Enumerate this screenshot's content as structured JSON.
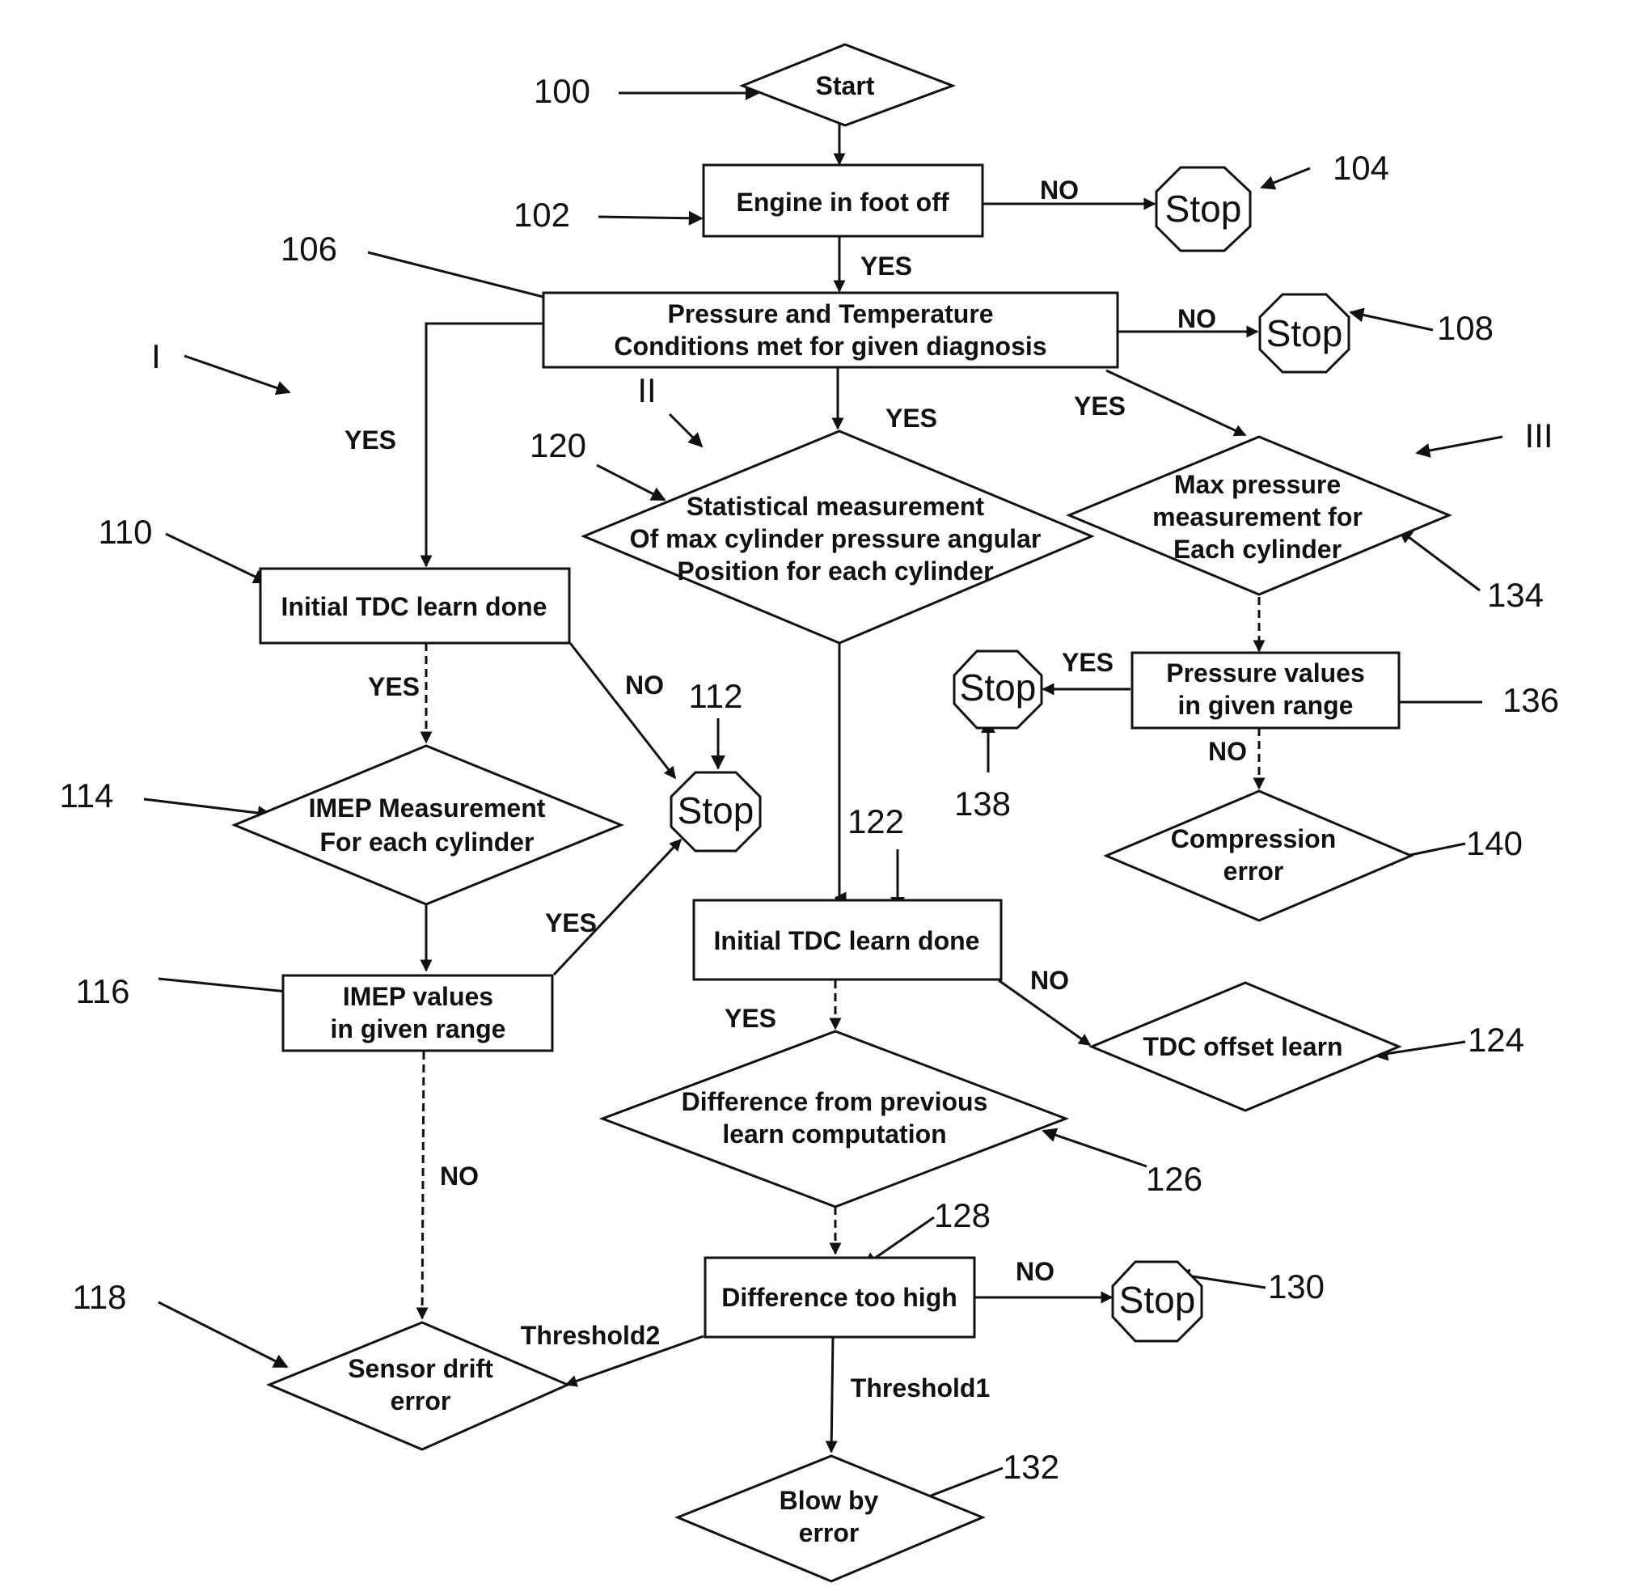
{
  "nodes": {
    "start": "Start",
    "engine_foot_off": "Engine in foot off",
    "pt_conditions": [
      "Pressure and Temperature",
      "Conditions met for given diagnosis"
    ],
    "initial_tdc_1": "Initial TDC learn done",
    "imep_measurement": [
      "IMEP  Measurement",
      "For each cylinder"
    ],
    "imep_values": [
      "IMEP values",
      "in given range"
    ],
    "sensor_drift": [
      "Sensor drift",
      "error"
    ],
    "statistical_measurement": [
      "Statistical measurement",
      "Of max cylinder pressure angular",
      "Position for each cylinder"
    ],
    "initial_tdc_2": "Initial TDC learn done",
    "tdc_offset_learn": "TDC offset learn",
    "difference_previous": [
      "Difference from previous",
      "learn computation"
    ],
    "difference_too_high": "Difference too high",
    "blow_by": [
      "Blow by",
      "error"
    ],
    "max_pressure": [
      "Max pressure",
      "measurement for",
      "Each cylinder"
    ],
    "pressure_values": [
      "Pressure values",
      "in given range"
    ],
    "compression_error": [
      "Compression",
      "error"
    ],
    "stop": "Stop"
  },
  "edge_labels": {
    "no": "NO",
    "yes": "YES",
    "threshold1": "Threshold1",
    "threshold2": "Threshold2"
  },
  "references": [
    "100",
    "102",
    "104",
    "106",
    "108",
    "110",
    "112",
    "114",
    "116",
    "118",
    "120",
    "122",
    "124",
    "126",
    "128",
    "130",
    "132",
    "134",
    "136",
    "138",
    "140"
  ],
  "branch_labels": [
    "I",
    "II",
    "III"
  ]
}
